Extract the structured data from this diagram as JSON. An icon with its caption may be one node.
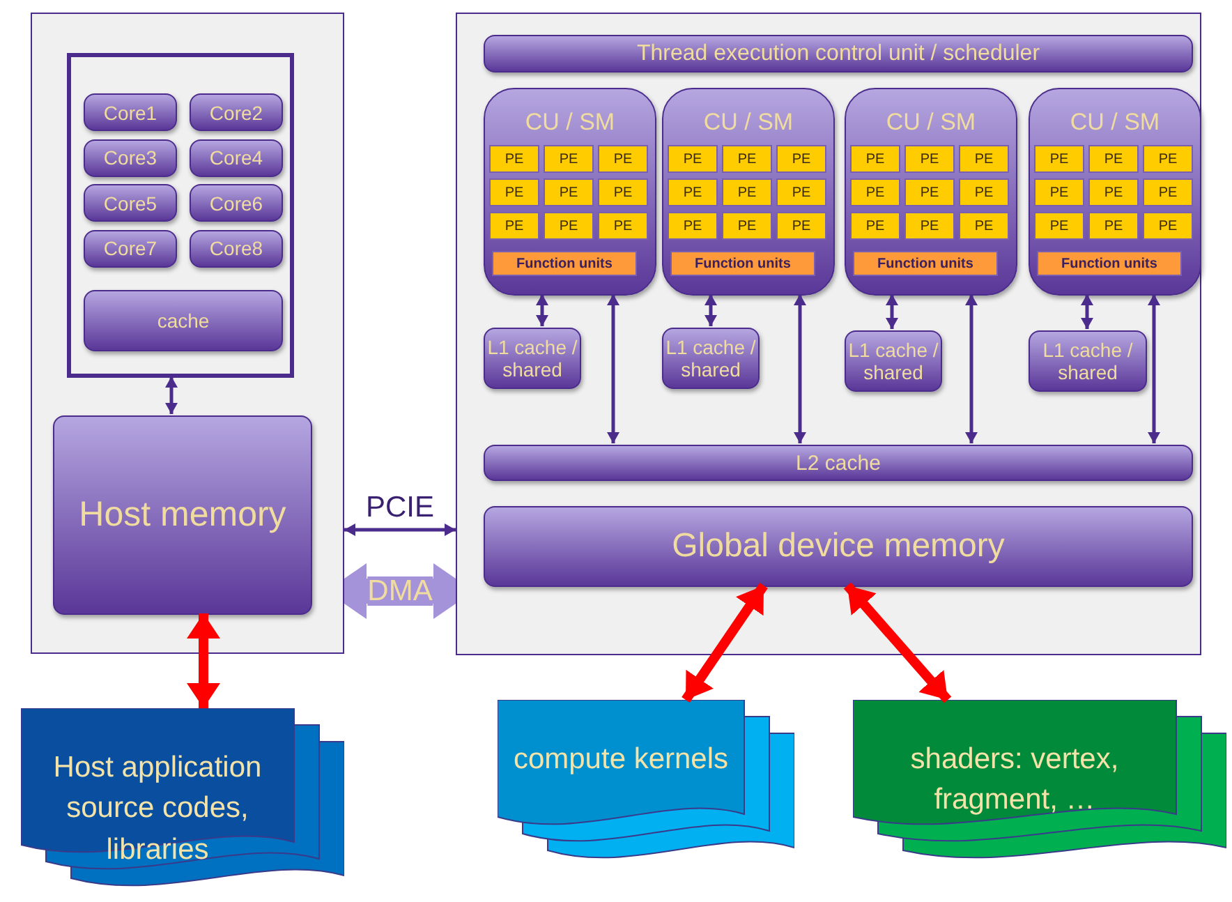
{
  "diagram": {
    "nodes": [
      {
        "text": [],
        "shape": "box"
      },
      {
        "text": [],
        "shape": "box",
        "in": 0
      },
      {
        "text": [
          "Core1"
        ],
        "in": 1
      },
      {
        "text": [
          "Core2"
        ],
        "in": 1
      },
      {
        "text": [
          "Core3"
        ],
        "in": 1
      },
      {
        "text": [
          "Core4"
        ],
        "in": 1
      },
      {
        "text": [
          "Core5"
        ],
        "in": 1
      },
      {
        "text": [
          "Core6"
        ],
        "in": 1
      },
      {
        "text": [
          "Core7"
        ],
        "in": 1
      },
      {
        "text": [
          "Core8"
        ],
        "in": 1
      },
      {
        "text": [
          "cache"
        ],
        "in": 1
      },
      {
        "text": [
          "Host memory"
        ],
        "in": 0
      },
      {
        "text": [],
        "shape": "box"
      },
      {
        "text": [
          "Thread execution control unit / scheduler"
        ],
        "in": 12
      },
      {
        "text": [
          "CU / SM"
        ],
        "in": 12
      },
      {
        "text": [
          "PE"
        ],
        "in": 14
      },
      {
        "text": [
          "PE"
        ],
        "in": 14
      },
      {
        "text": [
          "PE"
        ],
        "in": 14
      },
      {
        "text": [
          "PE"
        ],
        "in": 14
      },
      {
        "text": [
          "PE"
        ],
        "in": 14
      },
      {
        "text": [
          "PE"
        ],
        "in": 14
      },
      {
        "text": [
          "PE"
        ],
        "in": 14
      },
      {
        "text": [
          "PE"
        ],
        "in": 14
      },
      {
        "text": [
          "PE"
        ],
        "in": 14
      },
      {
        "text": [
          "Function units"
        ],
        "in": 14
      },
      {
        "text": [
          "CU / SM"
        ],
        "in": 12
      },
      {
        "text": [
          "PE"
        ],
        "in": 25
      },
      {
        "text": [
          "PE"
        ],
        "in": 25
      },
      {
        "text": [
          "PE"
        ],
        "in": 25
      },
      {
        "text": [
          "PE"
        ],
        "in": 25
      },
      {
        "text": [
          "PE"
        ],
        "in": 25
      },
      {
        "text": [
          "PE"
        ],
        "in": 25
      },
      {
        "text": [
          "PE"
        ],
        "in": 25
      },
      {
        "text": [
          "PE"
        ],
        "in": 25
      },
      {
        "text": [
          "PE"
        ],
        "in": 25
      },
      {
        "text": [
          "Function units"
        ],
        "in": 25
      },
      {
        "text": [
          "CU / SM"
        ],
        "in": 12
      },
      {
        "text": [
          "PE"
        ],
        "in": 36
      },
      {
        "text": [
          "PE"
        ],
        "in": 36
      },
      {
        "text": [
          "PE"
        ],
        "in": 36
      },
      {
        "text": [
          "PE"
        ],
        "in": 36
      },
      {
        "text": [
          "PE"
        ],
        "in": 36
      },
      {
        "text": [
          "PE"
        ],
        "in": 36
      },
      {
        "text": [
          "PE"
        ],
        "in": 36
      },
      {
        "text": [
          "PE"
        ],
        "in": 36
      },
      {
        "text": [
          "PE"
        ],
        "in": 36
      },
      {
        "text": [
          "Function units"
        ],
        "in": 36
      },
      {
        "text": [
          "CU / SM"
        ],
        "in": 12
      },
      {
        "text": [
          "PE"
        ],
        "in": 47
      },
      {
        "text": [
          "PE"
        ],
        "in": 47
      },
      {
        "text": [
          "PE"
        ],
        "in": 47
      },
      {
        "text": [
          "PE"
        ],
        "in": 47
      },
      {
        "text": [
          "PE"
        ],
        "in": 47
      },
      {
        "text": [
          "PE"
        ],
        "in": 47
      },
      {
        "text": [
          "PE"
        ],
        "in": 47
      },
      {
        "text": [
          "PE"
        ],
        "in": 47
      },
      {
        "text": [
          "PE"
        ],
        "in": 47
      },
      {
        "text": [
          "Function units"
        ],
        "in": 47
      },
      {
        "text": [
          "L1 cache / shared"
        ],
        "in": 12
      },
      {
        "text": [
          "L1 cache / shared"
        ],
        "in": 12
      },
      {
        "text": [
          "L1 cache / shared"
        ],
        "in": 12
      },
      {
        "text": [
          "L1 cache / shared"
        ],
        "in": 12
      },
      {
        "text": [
          "L2 cache"
        ],
        "in": 12
      },
      {
        "text": [
          "Global device memory"
        ],
        "in": 12
      },
      {
        "text": [
          "Host application source codes, libraries"
        ]
      },
      {
        "text": [
          "compute kernels"
        ]
      },
      {
        "text": [
          "shaders: vertex, fragment, …"
        ]
      }
    ],
    "edges": [
      {
        "from": 1,
        "to": 11,
        "arrow": "both"
      },
      {
        "from": 14,
        "to": 58,
        "arrow": "both"
      },
      {
        "from": 25,
        "to": 59,
        "arrow": "both"
      },
      {
        "from": 36,
        "to": 60,
        "arrow": "both"
      },
      {
        "from": 47,
        "to": 61,
        "arrow": "both"
      },
      {
        "from": 62,
        "to": 14,
        "arrow": "both"
      },
      {
        "from": 62,
        "to": 25,
        "arrow": "both"
      },
      {
        "from": 62,
        "to": 36,
        "arrow": "both"
      },
      {
        "from": 62,
        "to": 47,
        "arrow": "both"
      },
      {
        "from": 0,
        "to": 12,
        "arrow": "both",
        "label": "PCIE"
      },
      {
        "from": 0,
        "to": 12,
        "arrow": "both",
        "label": "DMA",
        "style": "thick",
        "color": "#a593da"
      },
      {
        "from": 11,
        "to": 64,
        "arrow": "both",
        "style": "thick",
        "color": "#ff0000"
      },
      {
        "from": 63,
        "to": 65,
        "arrow": "both",
        "style": "thick",
        "color": "#ff0000"
      },
      {
        "from": 63,
        "to": 66,
        "arrow": "both",
        "style": "thick",
        "color": "#ff0000"
      }
    ]
  }
}
